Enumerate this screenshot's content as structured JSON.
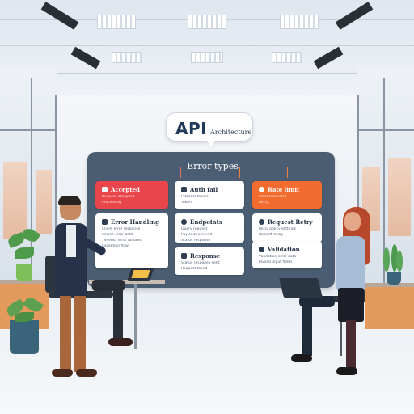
{
  "header": {
    "title": "API",
    "subtitle": "Architecture"
  },
  "board": {
    "title": "Error types"
  },
  "cards": [
    {
      "title": "Accepted",
      "lines": [
        "Request accepted",
        "Processing"
      ],
      "style": "red",
      "icon": "lock-icon"
    },
    {
      "title": "Auth fail",
      "lines": [
        "Protocol failure",
        "Token"
      ],
      "style": "white",
      "icon": "shield-icon"
    },
    {
      "title": "Rate limit",
      "lines": [
        "Limit exceeded",
        "Retry"
      ],
      "style": "orange",
      "icon": "alert-icon"
    },
    {
      "title": "Error Handling",
      "lines": [
        "Client error response",
        "Server error data",
        "Timeout error failures",
        "Exception flow"
      ],
      "style": "white",
      "icon": "document-icon"
    },
    {
      "title": "Endpoints",
      "lines": [
        "Query request",
        "Payload received",
        "Status response"
      ],
      "style": "white",
      "icon": "link-icon"
    },
    {
      "title": "Request Retry",
      "lines": [
        "Retry policy settings",
        "Backoff delay"
      ],
      "style": "white",
      "icon": "refresh-icon"
    },
    {
      "title": "Response",
      "lines": [
        "Status response sent",
        "Request failed"
      ],
      "style": "white",
      "icon": "document-icon"
    },
    {
      "title": "Validation",
      "lines": [
        "Validation error data",
        "Invalid input fields"
      ],
      "style": "white",
      "icon": "check-icon"
    }
  ],
  "colors": {
    "board": "#4b5d72",
    "error_red": "#e8464b",
    "warning_orange": "#f26c2f",
    "accent_navy": "#1f3a5a"
  }
}
